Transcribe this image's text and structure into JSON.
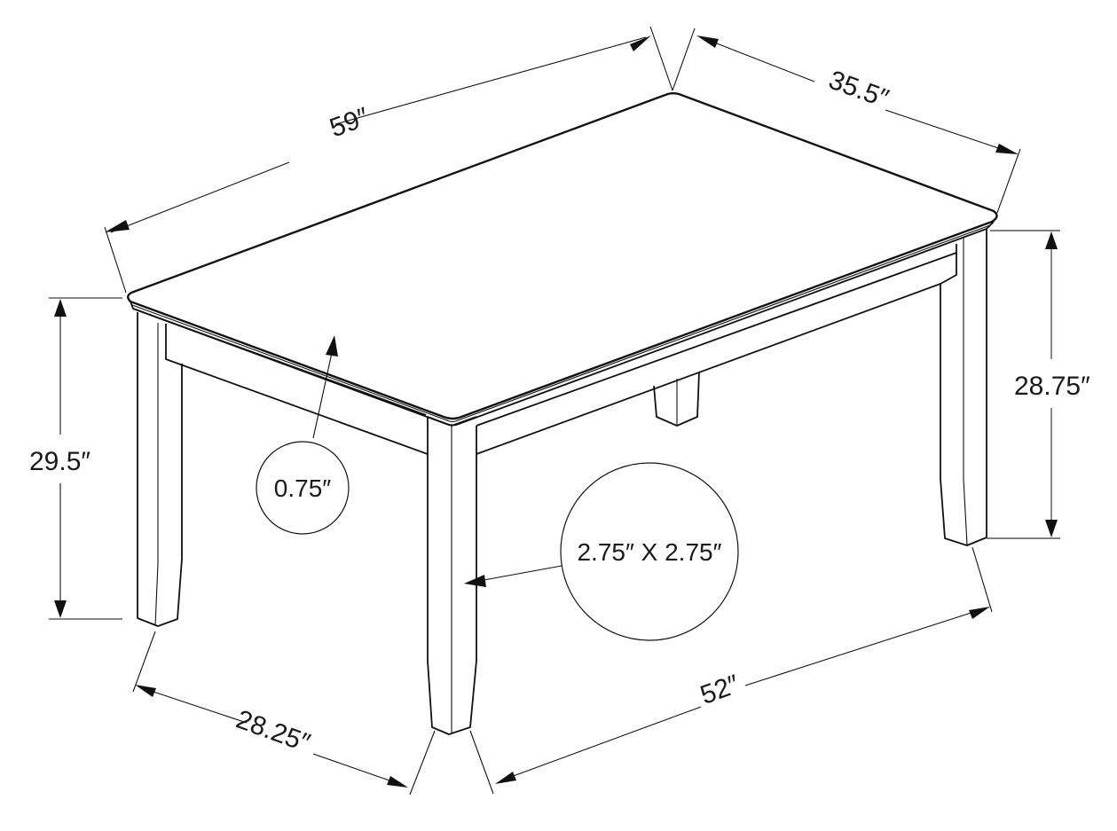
{
  "diagram": {
    "title": "Dining table dimension drawing",
    "subject": "rectangular dining table with four tapered legs and apron",
    "line_color": "#111111",
    "background": "#ffffff",
    "dimensions": {
      "top_length": "59″",
      "top_width": "35.5″",
      "overall_height": "29.5″",
      "apron_clearance_height": "28.75″",
      "leg_span_width": "28.25″",
      "leg_span_length": "52″"
    },
    "callouts": {
      "top_thickness": "0.75″",
      "leg_size": "2.75″ X 2.75″"
    }
  }
}
